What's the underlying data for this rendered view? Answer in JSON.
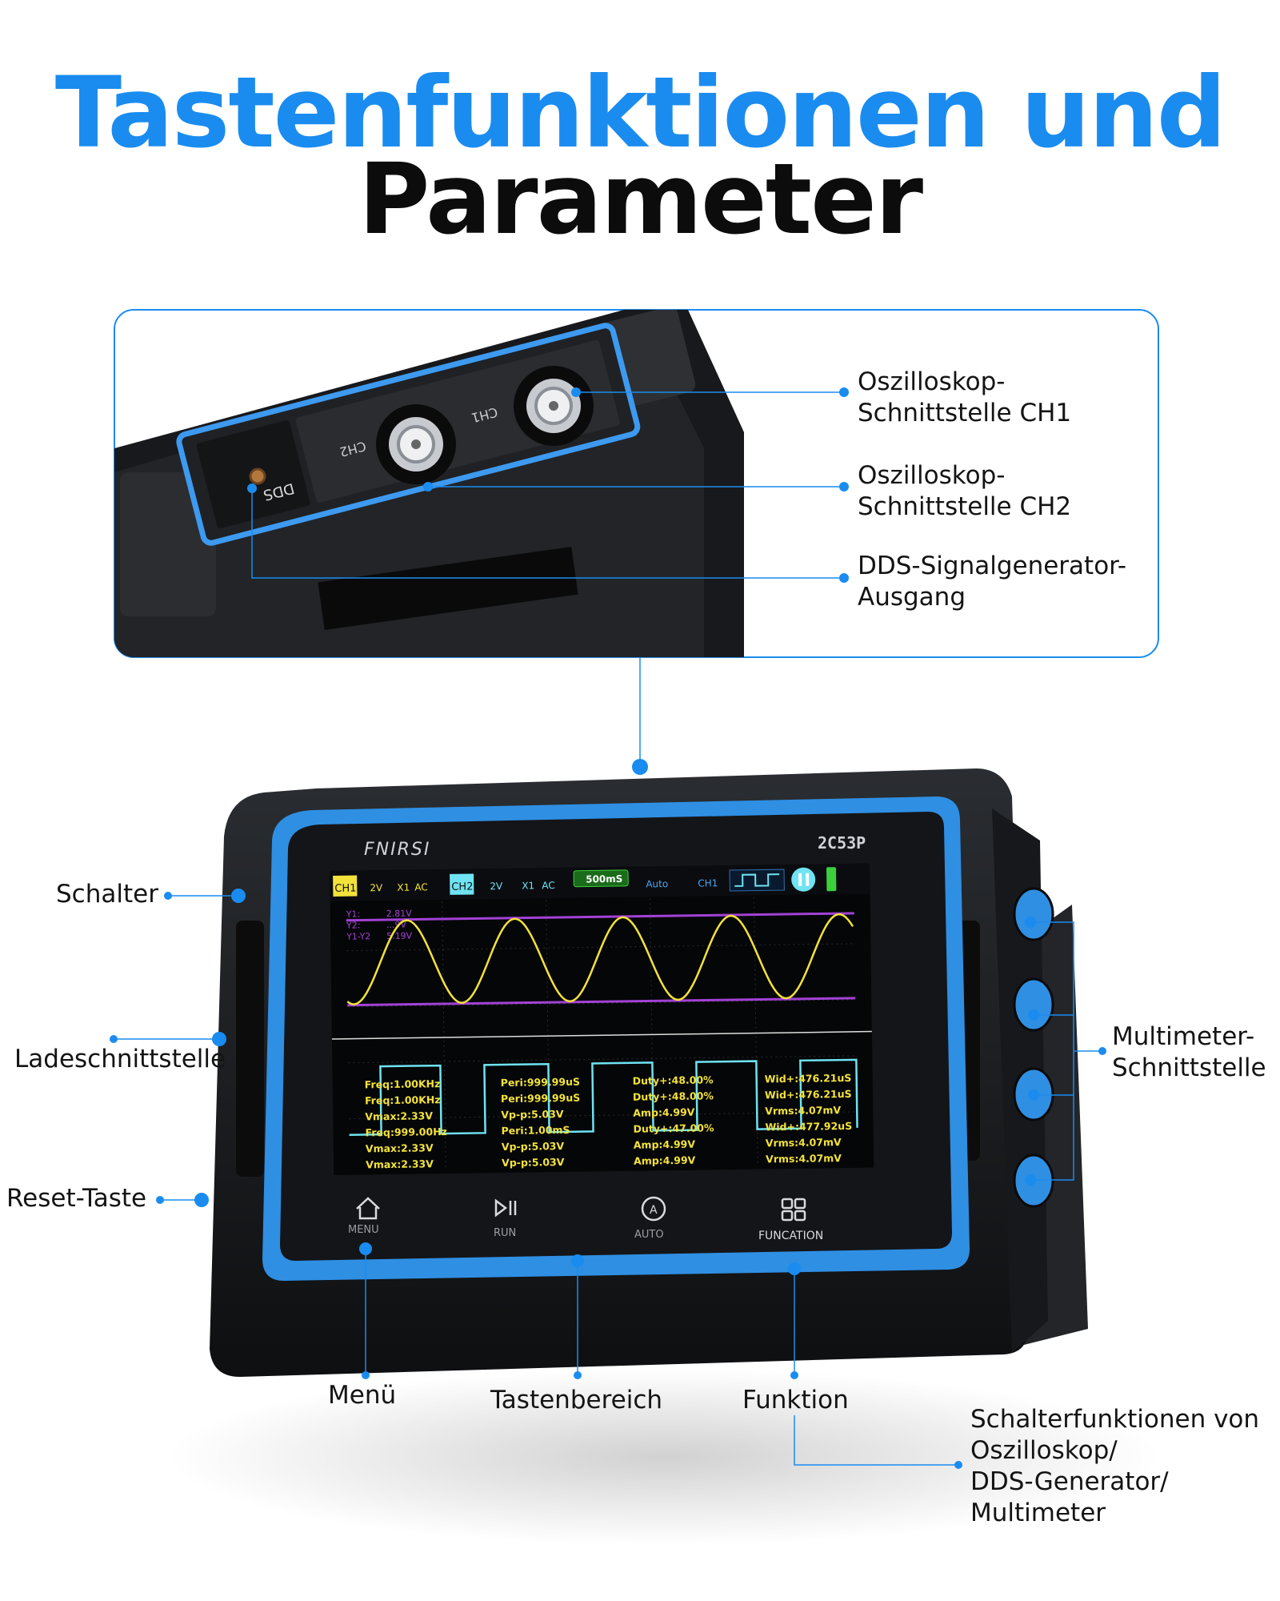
{
  "title": {
    "line1": "Tastenfunktionen und",
    "line2": "Parameter"
  },
  "top_callouts": {
    "ch1": "Oszilloskop-\nSchnittstelle CH1",
    "ch2": "Oszilloskop-\nSchnittstelle CH2",
    "dds": "DDS-Signalgenerator-\nAusgang"
  },
  "device_labels": {
    "schalter": "Schalter",
    "ladeschnittstelle": "Ladeschnittstelle",
    "reset": "Reset-Taste",
    "multimeter": "Multimeter-\nSchnittstelle",
    "menu": "Menü",
    "tastenbereich": "Tastenbereich",
    "funktion": "Funktion",
    "schalterfunktionen": "Schalterfunktionen von\nOszilloskop/\nDDS-Generator/\nMultimeter"
  },
  "device": {
    "brand": "FNIRSI",
    "model": "2C53P",
    "port_labels": {
      "ch1": "CH1",
      "ch2": "CH2",
      "dds": "DDS"
    },
    "status_bar": {
      "ch1": "CH1",
      "ch1_volt": "2V",
      "ch1_probe": "X1",
      "ch1_coupling": "AC",
      "ch2": "CH2",
      "ch2_volt": "2V",
      "ch2_probe": "X1",
      "ch2_coupling": "AC",
      "timebase": "500mS",
      "trigger_mode": "Auto",
      "trigger_source": "CH1"
    },
    "cursor": {
      "y1": "Y1:",
      "y1_val": "2.81V",
      "y2": "Y2:",
      "y2_val": "...9V",
      "y12": "Y1-Y2",
      "y12_val": "5.19V"
    },
    "measurements": {
      "col1": [
        "Freq:1.00KHz",
        "Freq:1.00KHz",
        "Vmax:2.33V",
        "Freq:999.00Hz",
        "Vmax:2.33V",
        "Vmax:2.33V"
      ],
      "col2": [
        "Peri:999.99uS",
        "Peri:999.99uS",
        "Vp-p:5.03V",
        "Peri:1.00mS",
        "Vp-p:5.03V",
        "Vp-p:5.03V"
      ],
      "col3": [
        "Duty+:48.00%",
        "Duty+:48.00%",
        "Amp:4.99V",
        "Duty+:47.00%",
        "Amp:4.99V",
        "Amp:4.99V"
      ],
      "col4": [
        "Wid+:476.21uS",
        "Wid+:476.21uS",
        "Vrms:4.07mV",
        "Wid+:477.92uS",
        "Vrms:4.07mV",
        "Vrms:4.07mV"
      ]
    },
    "buttons": {
      "menu": "MENU",
      "run": "RUN",
      "auto": "AUTO",
      "funcation": "FUNCATION"
    }
  },
  "colors": {
    "accent": "#1a8cf0",
    "device_blue": "#2f8fe3",
    "trace_yellow": "#f3e23a",
    "trace_cyan": "#6fe3f2",
    "cursor_purple": "#a341d6"
  }
}
